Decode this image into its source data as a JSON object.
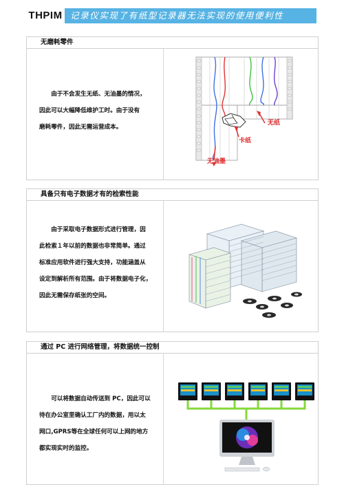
{
  "header": {
    "brand": "THPIM",
    "tagline": "记录仪实现了有纸型记录器无法实现的使用便利性"
  },
  "sections": [
    {
      "title": "无磨耗零件",
      "text": "　　由于不会发生无纸、无油墨的情况，\n因此可以大幅降低维护工时。由于没有\n磨耗零件，因此无需运营成本。",
      "labels": {
        "no_paper": "无纸",
        "jam": "卡纸",
        "no_ink": "无油墨"
      }
    },
    {
      "title": "具备只有电子数据才有的检索性能",
      "text": "　　由于采取电子数据形式进行管理，因\n此检索１年以前的数据也非常简单。通过\n标准应用软件进行强大支持，功能涵盖从\n设定到解析所有范围。由于将数据电子化，\n因此无需保存纸张的空间。"
    },
    {
      "title": "通过 PC 进行网络管理，将数据统一控制",
      "text": "　　可以将数据自动传送到 PC，因此可以\n待在办公室里确认工厂内的数据，用以太\n网口,GPRS等在全球任何可以上网的地方\n都实现实时的监控。"
    }
  ]
}
